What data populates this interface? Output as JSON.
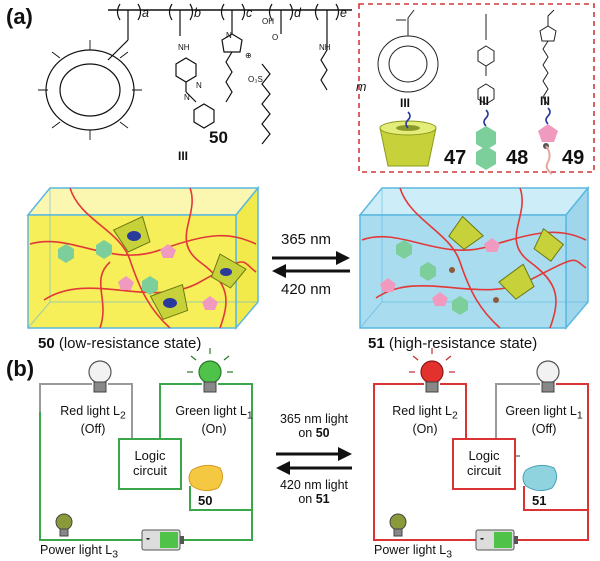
{
  "panel_a": {
    "label": "(a)",
    "compound_50_label": "50",
    "cd_mark_left": "III",
    "monomer_subscripts": [
      "a",
      "b",
      "c",
      "d",
      "e",
      "m"
    ],
    "legend": {
      "items": [
        {
          "mark": "III",
          "number": "47"
        },
        {
          "mark": "III",
          "number": "48"
        },
        {
          "mark": "III",
          "number": "49"
        }
      ]
    },
    "wavelength_forward": "365 nm",
    "wavelength_back": "420 nm",
    "left_state": {
      "number": "50",
      "text": " (low-resistance state)"
    },
    "right_state": {
      "number": "51",
      "text": " (high-resistance state)"
    }
  },
  "panel_b": {
    "label": "(b)",
    "left_circuit": {
      "red_light": {
        "name": "Red light L",
        "sub": "2",
        "state": "(Off)"
      },
      "green_light": {
        "name": "Green light L",
        "sub": "1",
        "state": "(On)"
      },
      "logic": "Logic circuit",
      "material": "50",
      "power": {
        "name": "Power light L",
        "sub": "3"
      }
    },
    "right_circuit": {
      "red_light": {
        "name": "Red light L",
        "sub": "2",
        "state": "(On)"
      },
      "green_light": {
        "name": "Green light L",
        "sub": "1",
        "state": "(Off)"
      },
      "logic": "Logic circuit",
      "material": "51",
      "power": {
        "name": "Power light L",
        "sub": "3"
      }
    },
    "forward": {
      "line1": "365 nm light",
      "on": "on ",
      "num": "50"
    },
    "back": {
      "line1": "420 nm light",
      "on": "on ",
      "num": "51"
    }
  },
  "colors": {
    "yellow_box": "#f6ef5a",
    "blue_box": "#a9dcef",
    "box_edge": "#5bb8e0",
    "chain_red": "#e23838",
    "dashed_red": "#d23a3a",
    "green_wire": "#3aa84a",
    "red_wire": "#d93333",
    "gray_wire": "#9a9a9a"
  }
}
